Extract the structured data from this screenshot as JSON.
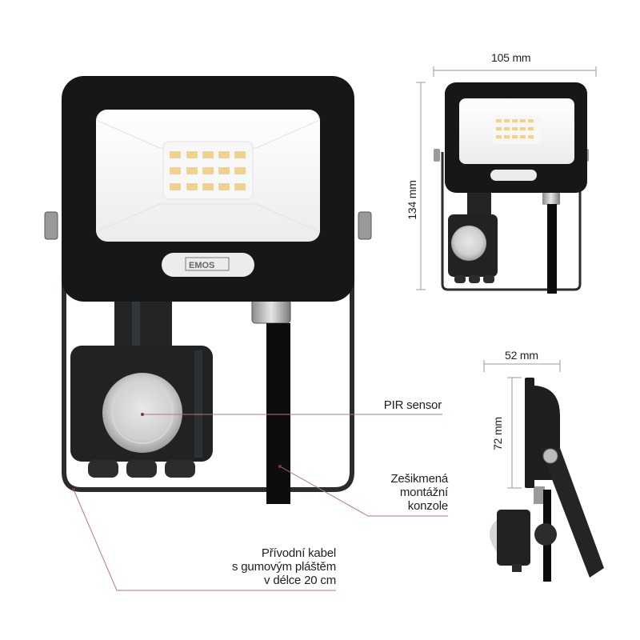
{
  "product": {
    "brand_badge": "EMOS",
    "led_rows": 3,
    "led_cols": 5
  },
  "callouts": {
    "pir_sensor": {
      "lines": [
        "PIR sensor"
      ]
    },
    "bracket": {
      "lines": [
        "Zešikmená",
        "montážní",
        "konzole"
      ]
    },
    "cable": {
      "lines": [
        "Přívodní kabel",
        "s gumovým pláštěm",
        "v délce 20 cm"
      ]
    }
  },
  "dimensions": {
    "front_width": "105 mm",
    "front_height": "134 mm",
    "side_depth": "52 mm",
    "side_height": "72 mm"
  },
  "colors": {
    "housing": "#151718",
    "housing_edge": "#2a2c2e",
    "diffuser": "#f4f4f4",
    "led": "#f2d28a",
    "callout_line": "#b07a78",
    "dimension_line": "#9a9a9a",
    "text": "#1f1f1f"
  }
}
